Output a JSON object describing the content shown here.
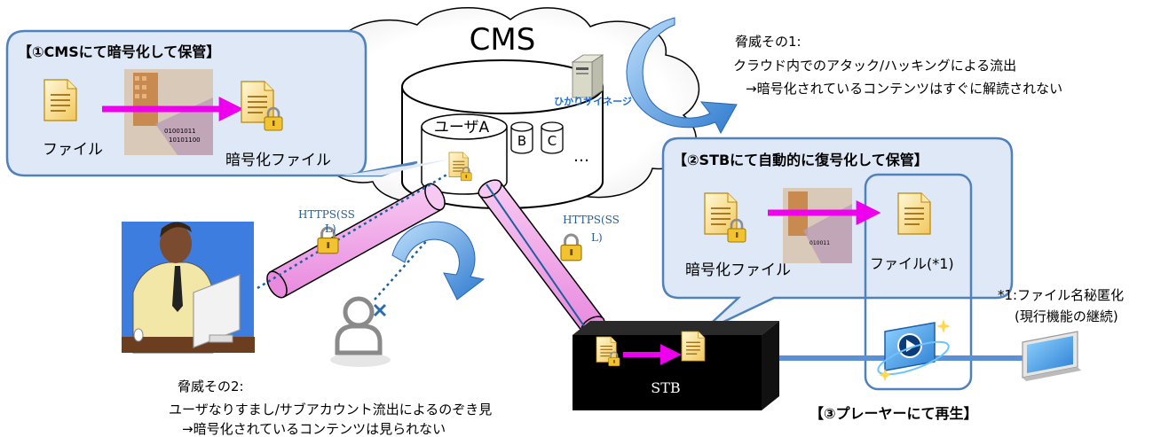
{
  "cms": {
    "title": "CMS",
    "user_a": "ユーザA",
    "user_b": "B",
    "user_c": "C",
    "ellipsis": "…",
    "brand": "ひかりサイネージ"
  },
  "callout1": {
    "title": "【①CMSにて暗号化して保管】",
    "file_label": "ファイル",
    "enc_label": "暗号化ファイル"
  },
  "threat1": {
    "title": "脅威その1:",
    "line1": "クラウド内でのアタック/ハッキングによる流出",
    "line2": "→暗号化されているコンテンツはすぐに解読されない"
  },
  "callout2": {
    "title": "【②STBにて自動的に復号化して保管】",
    "enc_label": "暗号化ファイル",
    "file_label": "ファイル(*1)"
  },
  "https_left": {
    "line1": "HTTPS(SS",
    "line2": "L)"
  },
  "https_right": {
    "line1": "HTTPS(SS",
    "line2": "L)"
  },
  "stb_label": "STB",
  "note": {
    "line1": "*1:ファイル名秘匿化",
    "line2": "(現行機能の継続)"
  },
  "player_label": "【③プレーヤーにて再生】",
  "threat2": {
    "title": "脅威その2:",
    "line1": "ユーザなりすまし/サブアカウント流出によるのぞき見",
    "line2": "→暗号化されているコンテンツは見られない"
  },
  "colors": {
    "callout_fill": "#dfe8f7",
    "callout_stroke": "#4f81bd",
    "pipe": "#f09be6",
    "arrow": "#ee00ee",
    "stb": "#000000",
    "link": "#5b8fd6"
  }
}
